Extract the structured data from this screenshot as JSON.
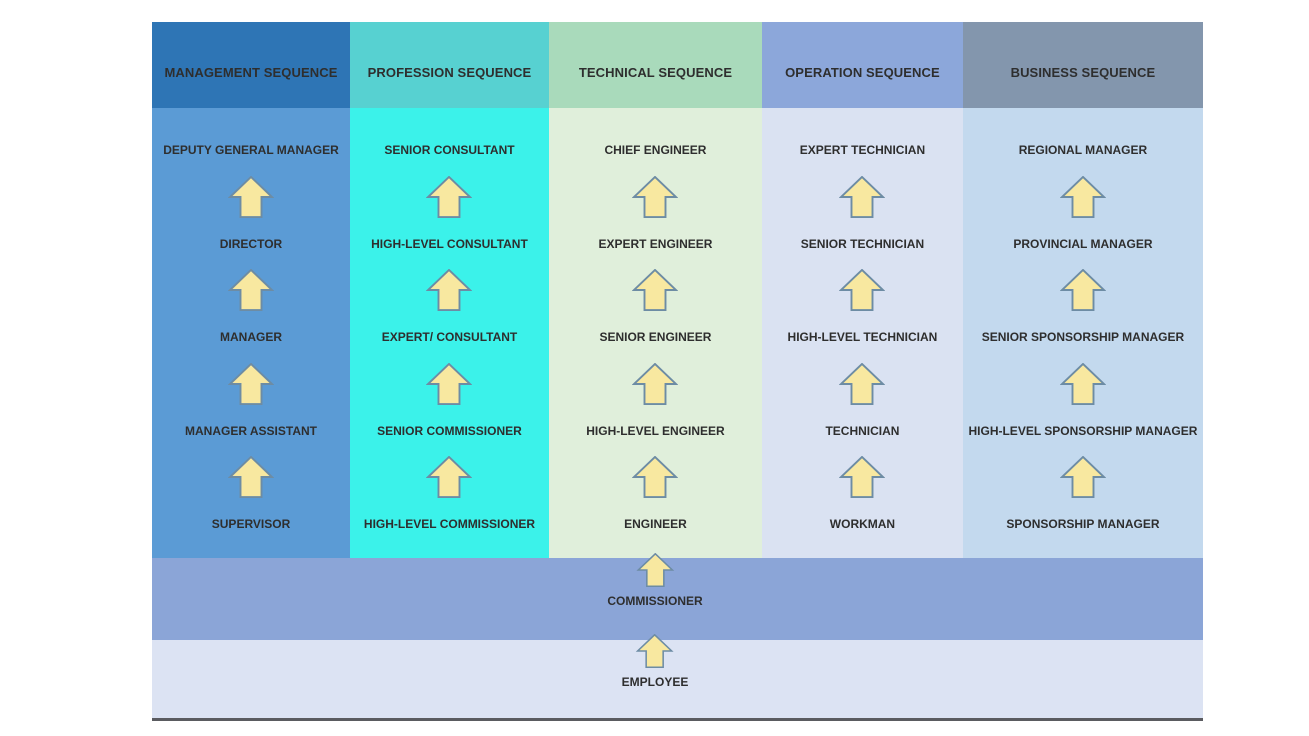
{
  "diagram": {
    "title": "career-sequence-ladder",
    "text_color": "#2e2e2e",
    "border_color": "#5a5b60",
    "arrow": {
      "direction": "up",
      "fill": "#f8e8a0",
      "stroke": "#6d8ca4"
    },
    "columns": [
      {
        "header": "MANAGEMENT SEQUENCE",
        "header_color": "#2e75b5",
        "body_color": "#5b9bd5",
        "levels": [
          "DEPUTY GENERAL MANAGER",
          "DIRECTOR",
          "MANAGER",
          "MANAGER ASSISTANT",
          "SUPERVISOR"
        ]
      },
      {
        "header": "PROFESSION SEQUENCE",
        "header_color": "#57d1d1",
        "body_color": "#3bf2ea",
        "levels": [
          "SENIOR CONSULTANT",
          "HIGH-LEVEL CONSULTANT",
          "EXPERT/ CONSULTANT",
          "SENIOR COMMISSIONER",
          "HIGH-LEVEL COMMISSIONER"
        ]
      },
      {
        "header": "TECHNICAL SEQUENCE",
        "header_color": "#a9dabb",
        "body_color": "#e0efdb",
        "levels": [
          "CHIEF ENGINEER",
          "EXPERT ENGINEER",
          "SENIOR ENGINEER",
          "HIGH-LEVEL ENGINEER",
          "ENGINEER"
        ]
      },
      {
        "header": "OPERATION SEQUENCE",
        "header_color": "#8ca7da",
        "body_color": "#dae2f2",
        "levels": [
          "EXPERT TECHNICIAN",
          "SENIOR TECHNICIAN",
          "HIGH-LEVEL TECHNICIAN",
          "TECHNICIAN",
          "WORKMAN"
        ]
      },
      {
        "header": "BUSINESS SEQUENCE",
        "header_color": "#8396ad",
        "body_color": "#c3d9ee",
        "levels": [
          "REGIONAL MANAGER",
          "PROVINCIAL MANAGER",
          "SENIOR SPONSORSHIP MANAGER",
          "HIGH-LEVEL SPONSORSHIP MANAGER",
          "SPONSORSHIP MANAGER"
        ]
      }
    ],
    "base_rows": [
      {
        "label": "COMMISSIONER",
        "color": "#8ba5d7"
      },
      {
        "label": "EMPLOYEE",
        "color": "#dce3f3"
      }
    ]
  }
}
